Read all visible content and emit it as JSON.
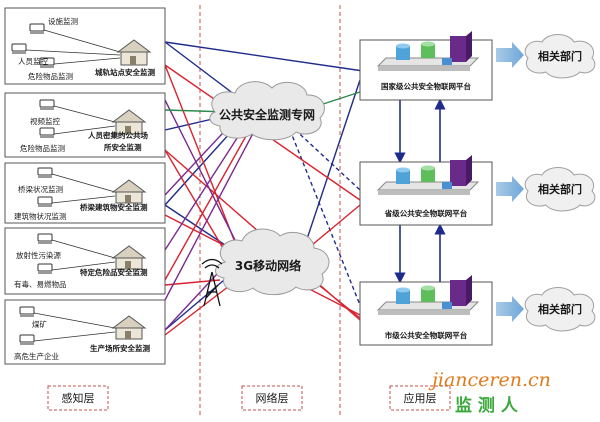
{
  "sensing_groups": [
    {
      "monitors": [
        "设施监测",
        "人员监控",
        "危险物品监测"
      ],
      "station": "城轨站点安全监测"
    },
    {
      "monitors": [
        "视频监控",
        "危险物品监测"
      ],
      "station_line1": "人员密集的公共场",
      "station_line2": "所安全监测"
    },
    {
      "monitors": [
        "桥梁状况监测",
        "建筑物状况监测"
      ],
      "station": "桥梁建筑物安全监测"
    },
    {
      "monitors": [
        "放射性污染源",
        "有毒、易燃物品"
      ],
      "station": "特定危险品安全监测"
    },
    {
      "monitors": [
        "煤矿",
        "高危生产企业"
      ],
      "station": "生产场所安全监测"
    }
  ],
  "networks": {
    "dedicated": "公共安全监测专网",
    "mobile": "3G移动网络"
  },
  "platforms": [
    "国家级公共安全物联网平台",
    "省级公共安全物联网平台",
    "市级公共安全物联网平台"
  ],
  "departments": [
    "相关部门",
    "相关部门",
    "相关部门"
  ],
  "layers": {
    "perception": "感知层",
    "network": "网络层",
    "application": "应用层"
  },
  "watermark": {
    "site": "jianceren.cn",
    "name": "监 测 人"
  },
  "colors": {
    "blue_link": "#1f2b8a",
    "red_link": "#d9232e",
    "purple_link": "#7a2a8e",
    "green_link": "#2a8a4a",
    "layer_divider": "#c0504d",
    "arrow": "#7fb0d8"
  }
}
